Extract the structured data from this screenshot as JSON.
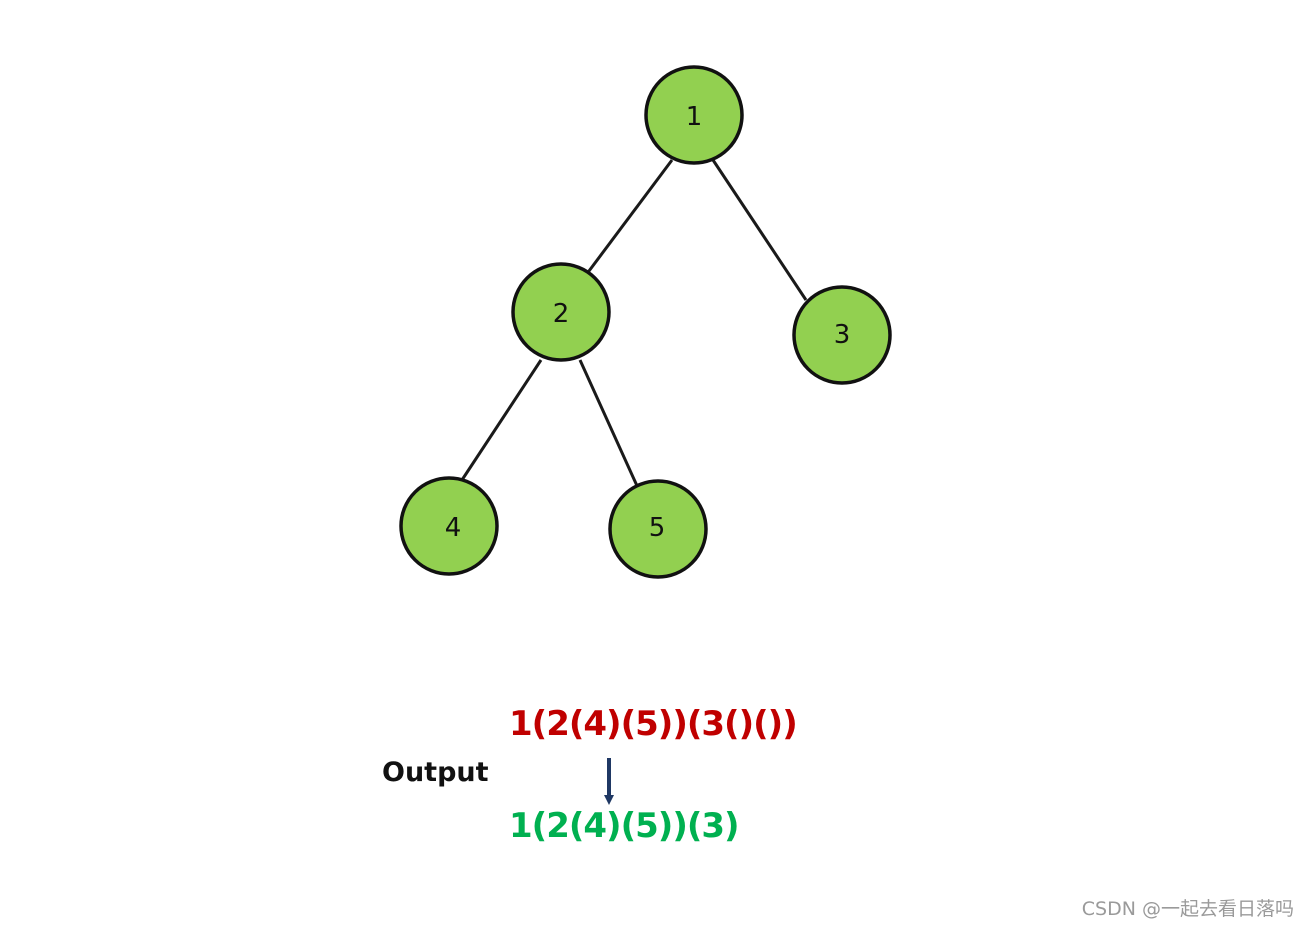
{
  "tree": {
    "nodes": [
      {
        "id": "n1",
        "label": "1"
      },
      {
        "id": "n2",
        "label": "2"
      },
      {
        "id": "n3",
        "label": "3"
      },
      {
        "id": "n4",
        "label": "4"
      },
      {
        "id": "n5",
        "label": "5"
      }
    ],
    "edges": [
      {
        "from": "n1",
        "to": "n2"
      },
      {
        "from": "n1",
        "to": "n3"
      },
      {
        "from": "n2",
        "to": "n4"
      },
      {
        "from": "n2",
        "to": "n5"
      }
    ]
  },
  "output": {
    "label": "Output",
    "raw": "1(2(4)(5))(3()())",
    "result": "1(2(4)(5))(3)"
  },
  "watermark": "CSDN @一起去看日落吗",
  "colors": {
    "node_fill": "#92d050",
    "node_stroke": "#111111",
    "raw_text": "#c00000",
    "result_text": "#00b050",
    "arrow": "#1f3864"
  }
}
